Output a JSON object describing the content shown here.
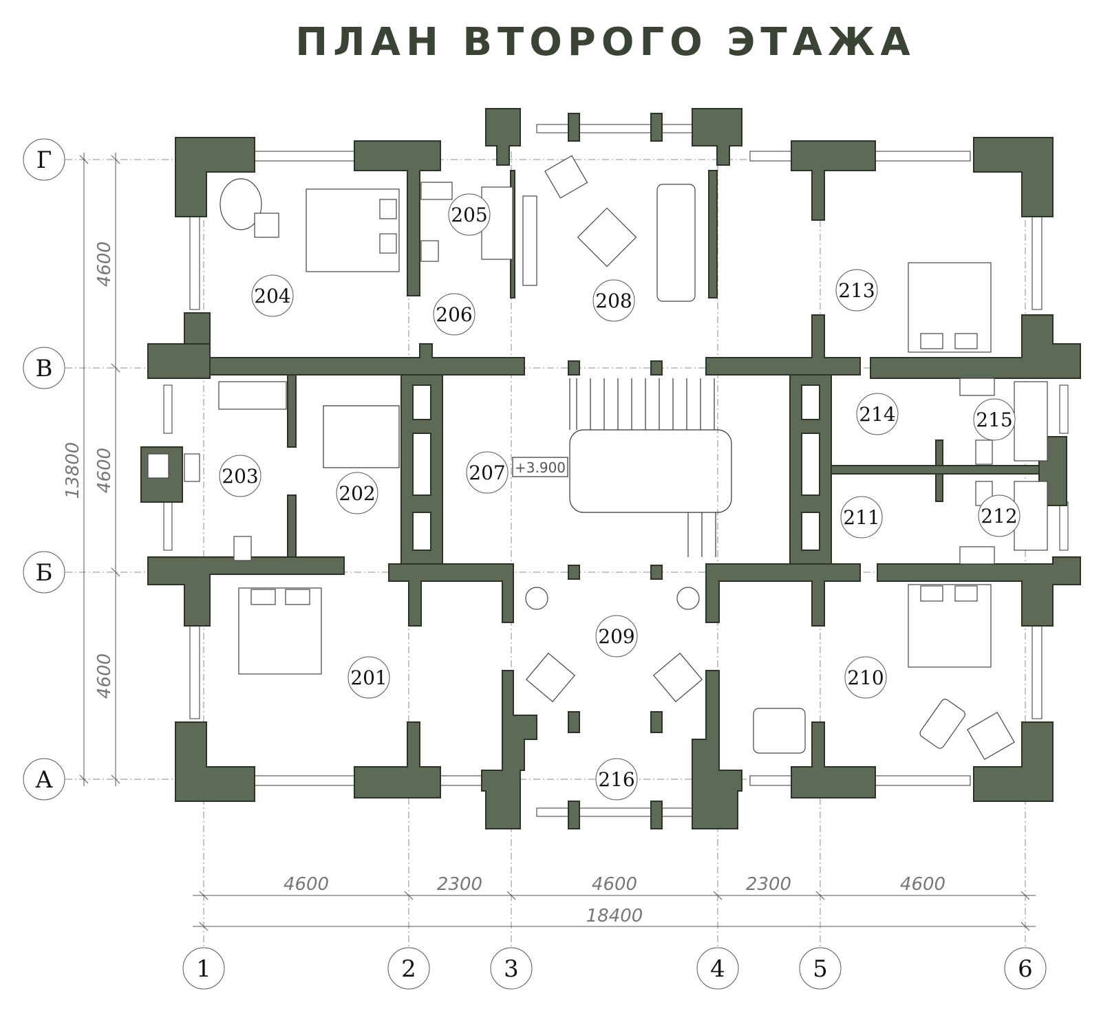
{
  "title": "ПЛАН ВТОРОГО ЭТАЖА",
  "axes": {
    "rows": [
      "Г",
      "В",
      "Б",
      "А"
    ],
    "columns": [
      "1",
      "2",
      "3",
      "4",
      "5",
      "6"
    ]
  },
  "dimensions": {
    "horizontal": [
      "4600",
      "2300",
      "4600",
      "2300",
      "4600"
    ],
    "horizontal_total": "18400",
    "vertical": [
      "4600",
      "4600",
      "4600"
    ],
    "vertical_total": "13800"
  },
  "elevation": "+3.900",
  "rooms": [
    "201",
    "202",
    "203",
    "204",
    "205",
    "206",
    "207",
    "208",
    "209",
    "210",
    "211",
    "212",
    "213",
    "214",
    "215",
    "216"
  ],
  "colors": {
    "wall": "#5d6a56",
    "wall_stroke": "#2c3327"
  }
}
